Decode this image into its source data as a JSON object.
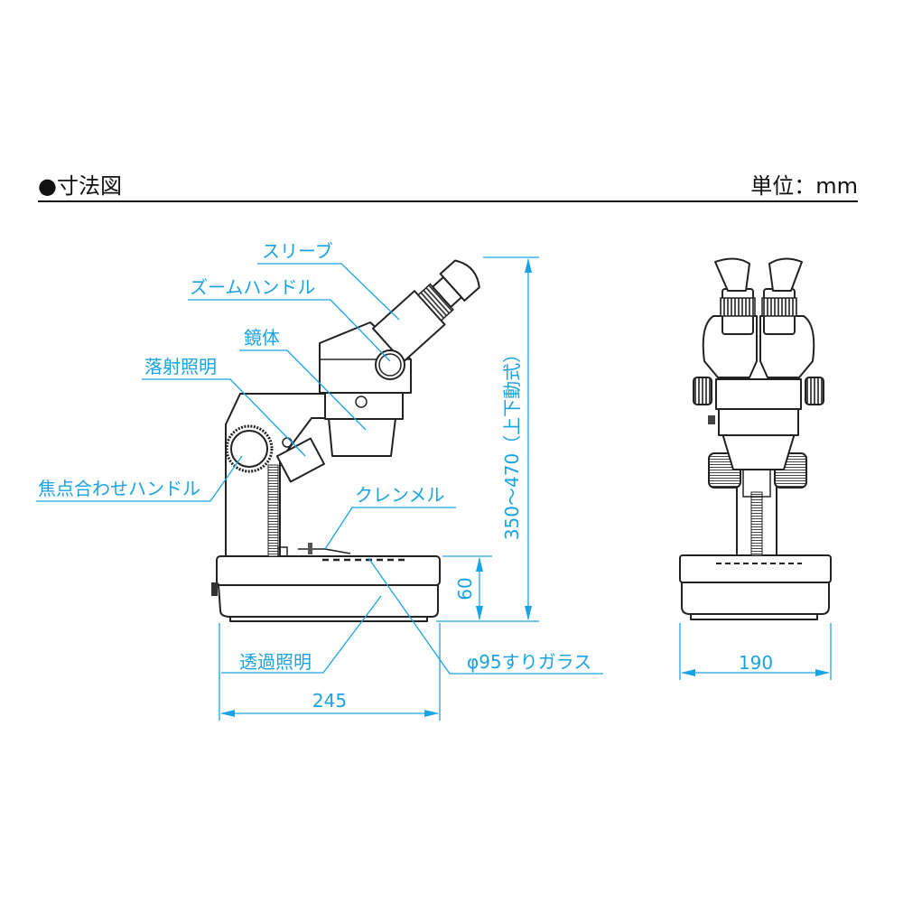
{
  "header": {
    "title": "●寸法図",
    "unit": "単位：mm"
  },
  "labels": {
    "sleeve": "スリーブ",
    "zoom_handle": "ズームハンドル",
    "body": "鏡体",
    "epi_illumination": "落射照明",
    "focus_handle": "焦点合わせハンドル",
    "clamp": "クレンメル",
    "transmitted_illumination": "透過照明",
    "glass": "φ95すりガラス"
  },
  "dimensions": {
    "height": "350～470（上下動式）",
    "base_height": "60",
    "depth": "245",
    "width": "190"
  },
  "colors": {
    "dimension": "#1aa3e3",
    "line": "#222222"
  }
}
